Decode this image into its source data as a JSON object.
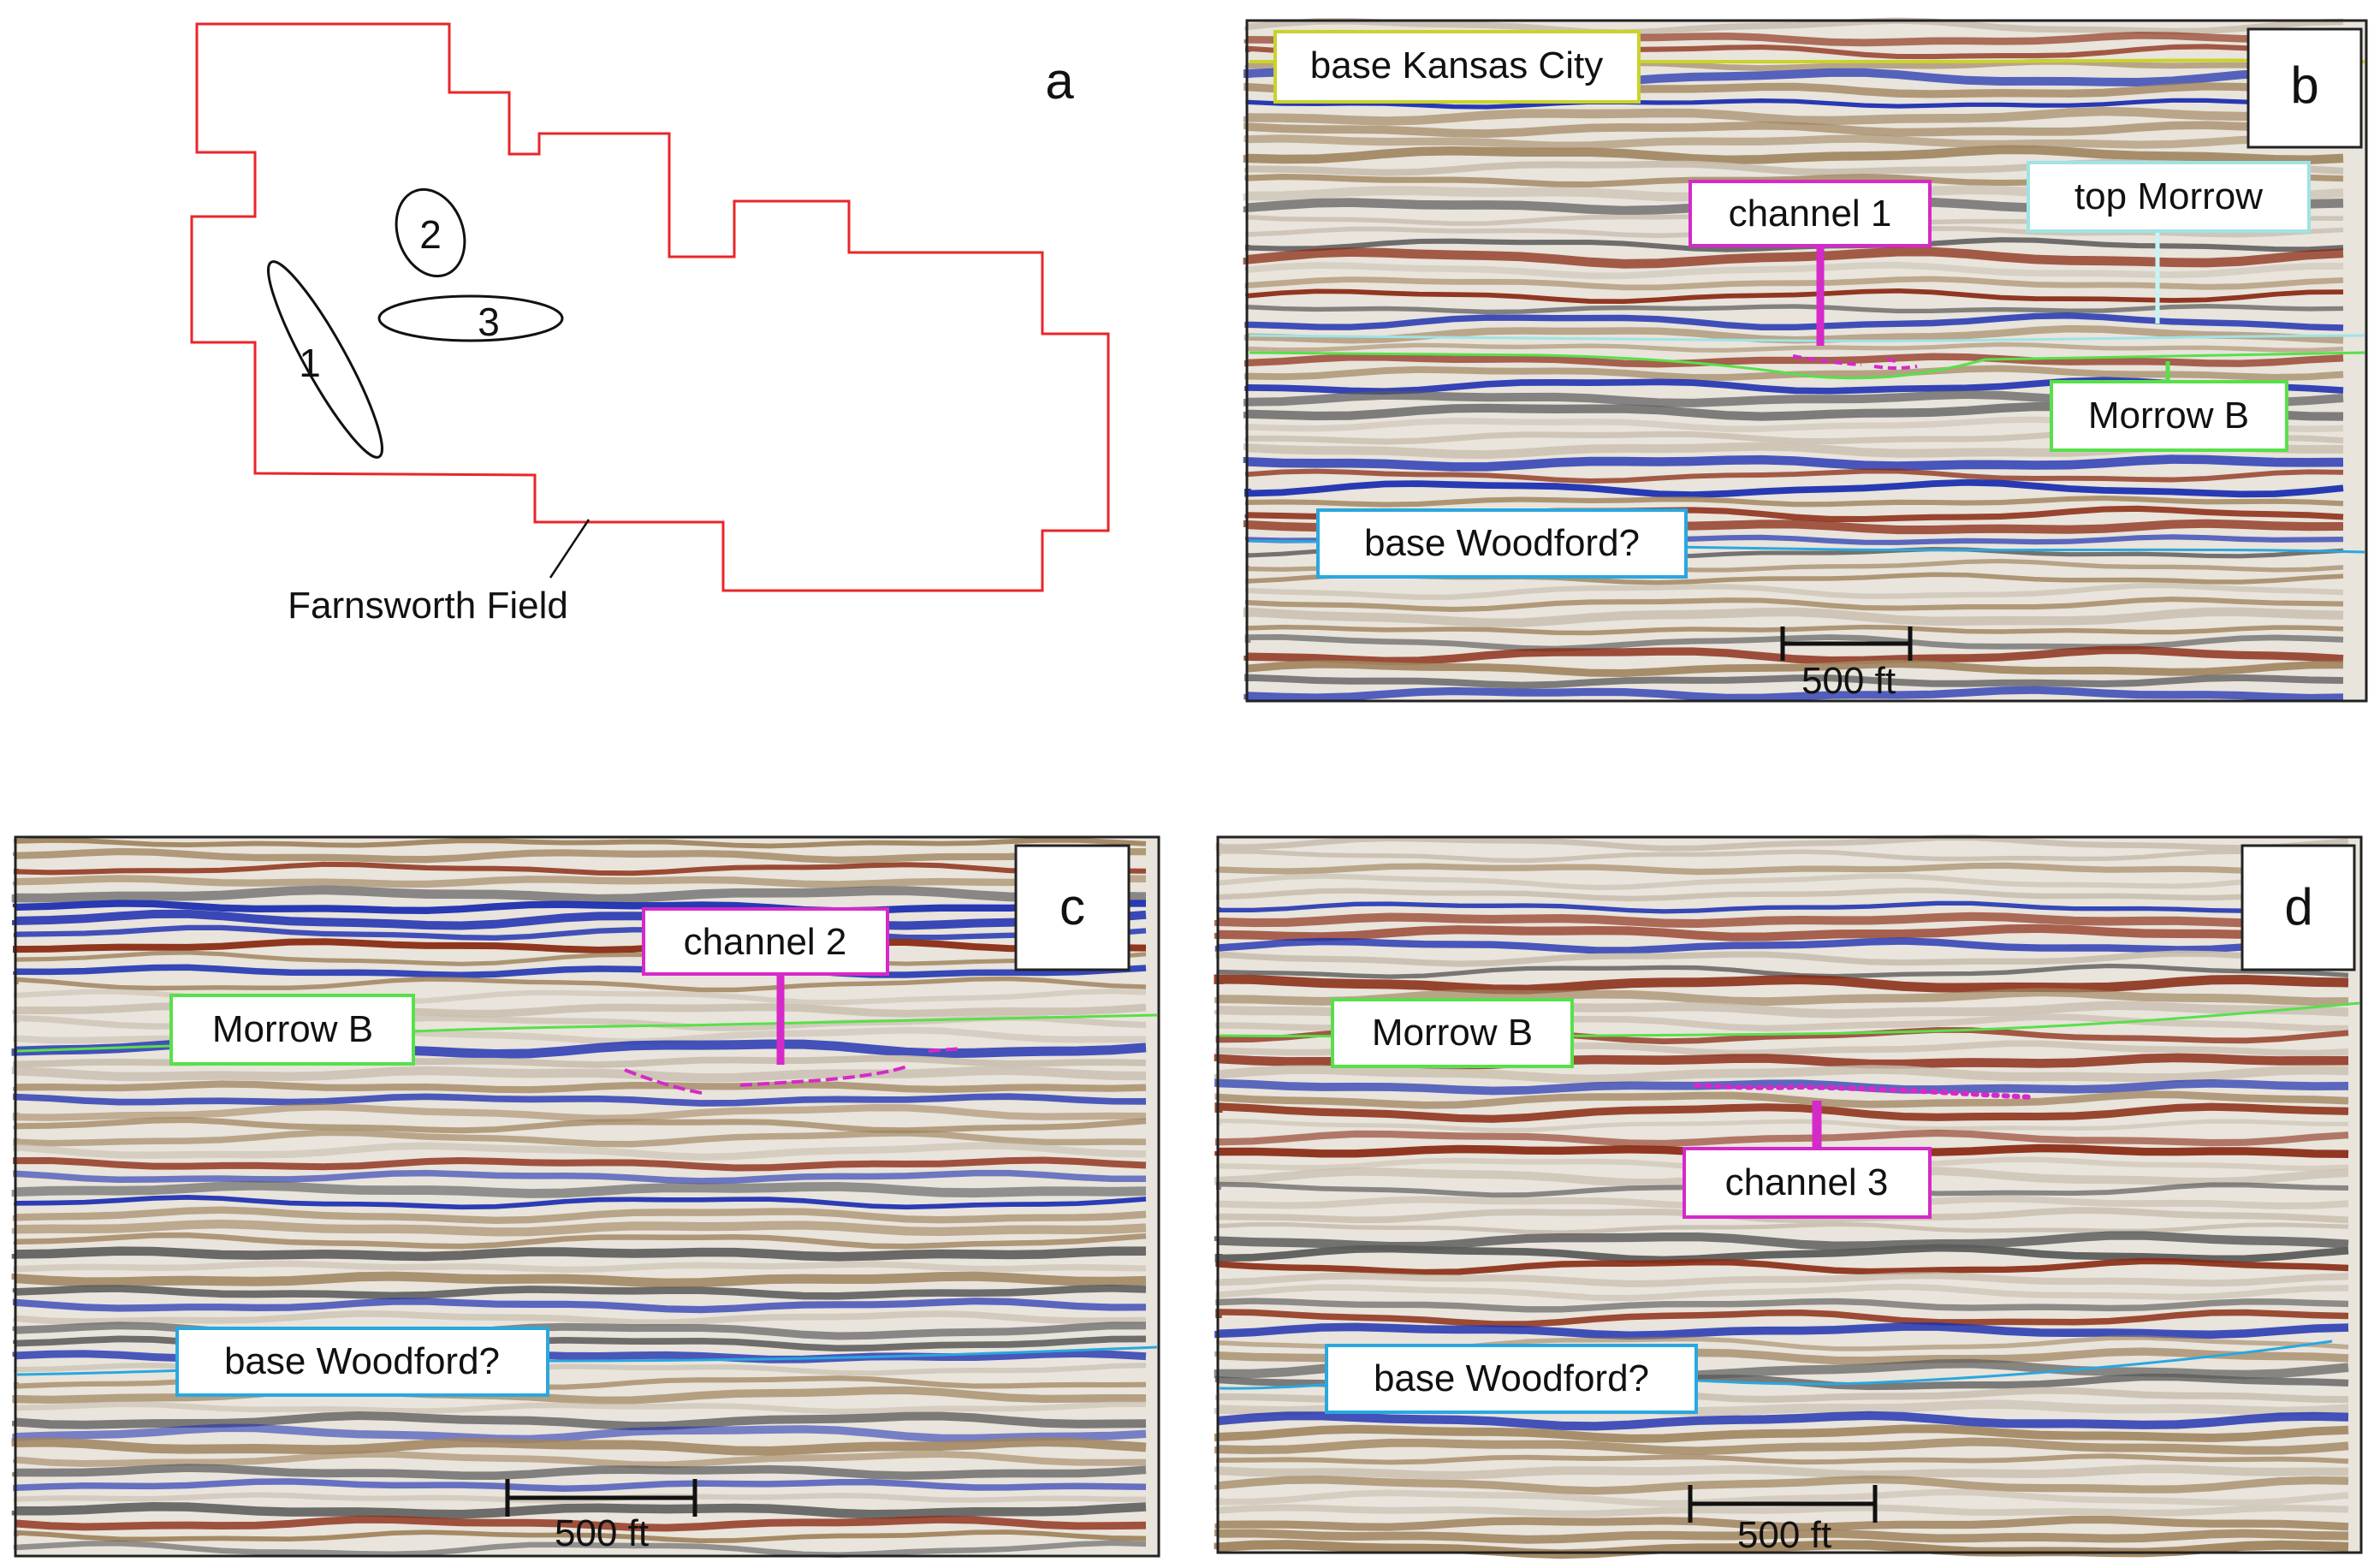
{
  "panel_a": {
    "letter": "a",
    "field_label": "Farnsworth Field",
    "outline_color": "#e8262a",
    "ellipses": [
      {
        "label": "1"
      },
      {
        "label": "2"
      },
      {
        "label": "3"
      }
    ]
  },
  "panel_b": {
    "letter": "b",
    "labels": {
      "base_kansas_city": "base Kansas City",
      "channel": "channel 1",
      "top_morrow": "top Morrow",
      "morrow_b": "Morrow B",
      "base_woodford": "base Woodford?"
    },
    "scale": "500 ft"
  },
  "panel_c": {
    "letter": "c",
    "labels": {
      "channel": "channel 2",
      "morrow_b": "Morrow B",
      "base_woodford": "base Woodford?"
    },
    "scale": "500 ft"
  },
  "panel_d": {
    "letter": "d",
    "labels": {
      "morrow_b": "Morrow B",
      "channel": "channel 3",
      "base_woodford": "base Woodford?"
    },
    "scale": "500 ft"
  },
  "colors": {
    "kansas_city": "#c9d32a",
    "top_morrow": "#9ee3e6",
    "morrow_b": "#57e04a",
    "woodford": "#2aa7df",
    "channel": "#d629c9"
  }
}
